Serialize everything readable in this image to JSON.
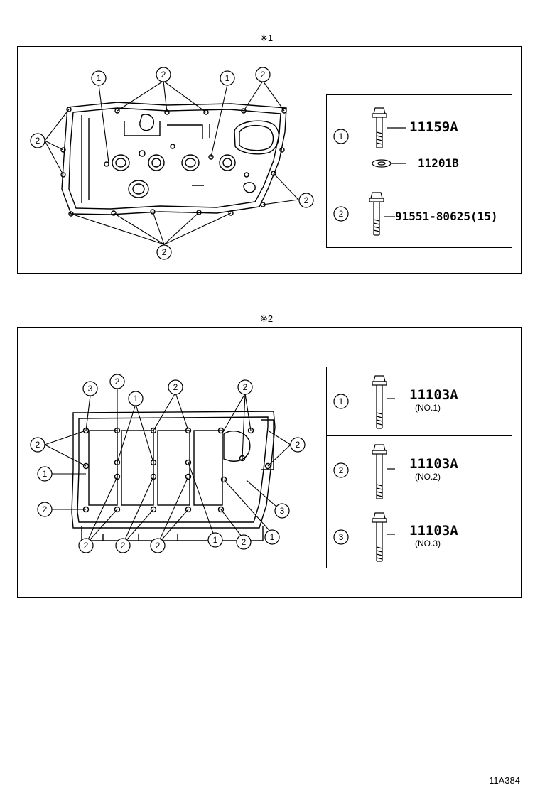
{
  "panel1": {
    "mark": "※1",
    "callouts": [
      "1",
      "2",
      "1",
      "2",
      "2",
      "2",
      "2"
    ],
    "table": [
      {
        "index": "1",
        "parts": [
          {
            "number": "11159A",
            "sub": ""
          },
          {
            "number": "11201B",
            "sub": ""
          }
        ]
      },
      {
        "index": "2",
        "parts": [
          {
            "number": "91551-80625(15)",
            "sub": ""
          }
        ]
      }
    ]
  },
  "panel2": {
    "mark": "※2",
    "table": [
      {
        "index": "1",
        "parts": [
          {
            "number": "11103A",
            "sub": "(NO.1)"
          }
        ]
      },
      {
        "index": "2",
        "parts": [
          {
            "number": "11103A",
            "sub": "(NO.2)"
          }
        ]
      },
      {
        "index": "3",
        "parts": [
          {
            "number": "11103A",
            "sub": "(NO.3)"
          }
        ]
      }
    ]
  },
  "figure_code": "11A384"
}
